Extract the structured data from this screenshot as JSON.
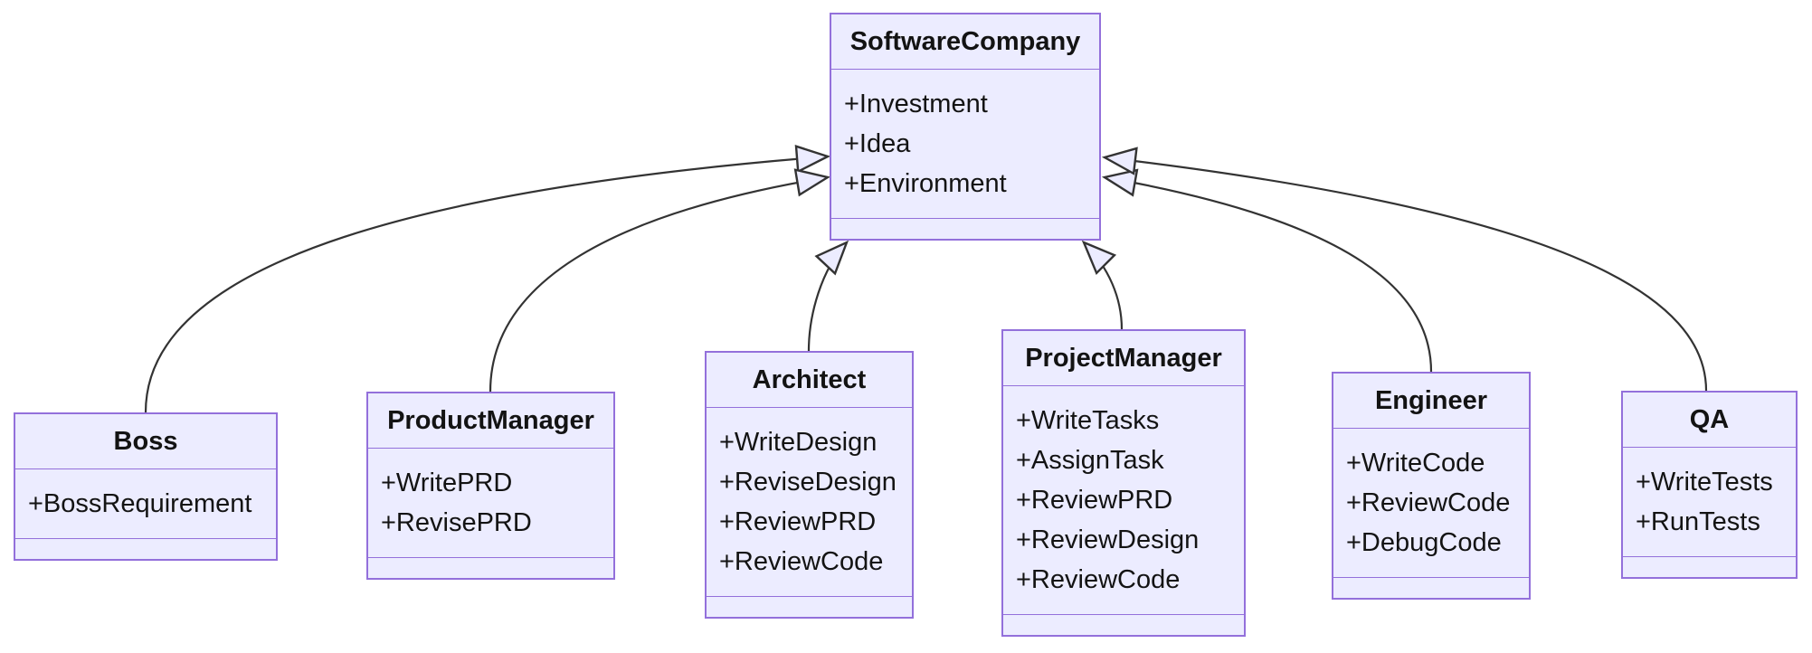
{
  "diagram": {
    "type": "uml-class-diagram",
    "colors": {
      "node_fill": "#ECECFF",
      "node_border": "#9370DB",
      "edge_line": "#333333",
      "text": "#131313",
      "background": "#ffffff"
    },
    "classes": [
      {
        "name": "SoftwareCompany",
        "attributes": [
          "+Investment",
          "+Idea",
          "+Environment"
        ],
        "methods": []
      },
      {
        "name": "Boss",
        "attributes": [
          "+BossRequirement"
        ],
        "methods": []
      },
      {
        "name": "ProductManager",
        "attributes": [
          "+WritePRD",
          "+RevisePRD"
        ],
        "methods": []
      },
      {
        "name": "Architect",
        "attributes": [
          "+WriteDesign",
          "+ReviseDesign",
          "+ReviewPRD",
          "+ReviewCode"
        ],
        "methods": []
      },
      {
        "name": "ProjectManager",
        "attributes": [
          "+WriteTasks",
          "+AssignTask",
          "+ReviewPRD",
          "+ReviewDesign",
          "+ReviewCode"
        ],
        "methods": []
      },
      {
        "name": "Engineer",
        "attributes": [
          "+WriteCode",
          "+ReviewCode",
          "+DebugCode"
        ],
        "methods": []
      },
      {
        "name": "QA",
        "attributes": [
          "+WriteTests",
          "+RunTests"
        ],
        "methods": []
      }
    ],
    "relations": [
      {
        "from": "Boss",
        "to": "SoftwareCompany",
        "type": "inheritance"
      },
      {
        "from": "ProductManager",
        "to": "SoftwareCompany",
        "type": "inheritance"
      },
      {
        "from": "Architect",
        "to": "SoftwareCompany",
        "type": "inheritance"
      },
      {
        "from": "ProjectManager",
        "to": "SoftwareCompany",
        "type": "inheritance"
      },
      {
        "from": "Engineer",
        "to": "SoftwareCompany",
        "type": "inheritance"
      },
      {
        "from": "QA",
        "to": "SoftwareCompany",
        "type": "inheritance"
      }
    ]
  }
}
